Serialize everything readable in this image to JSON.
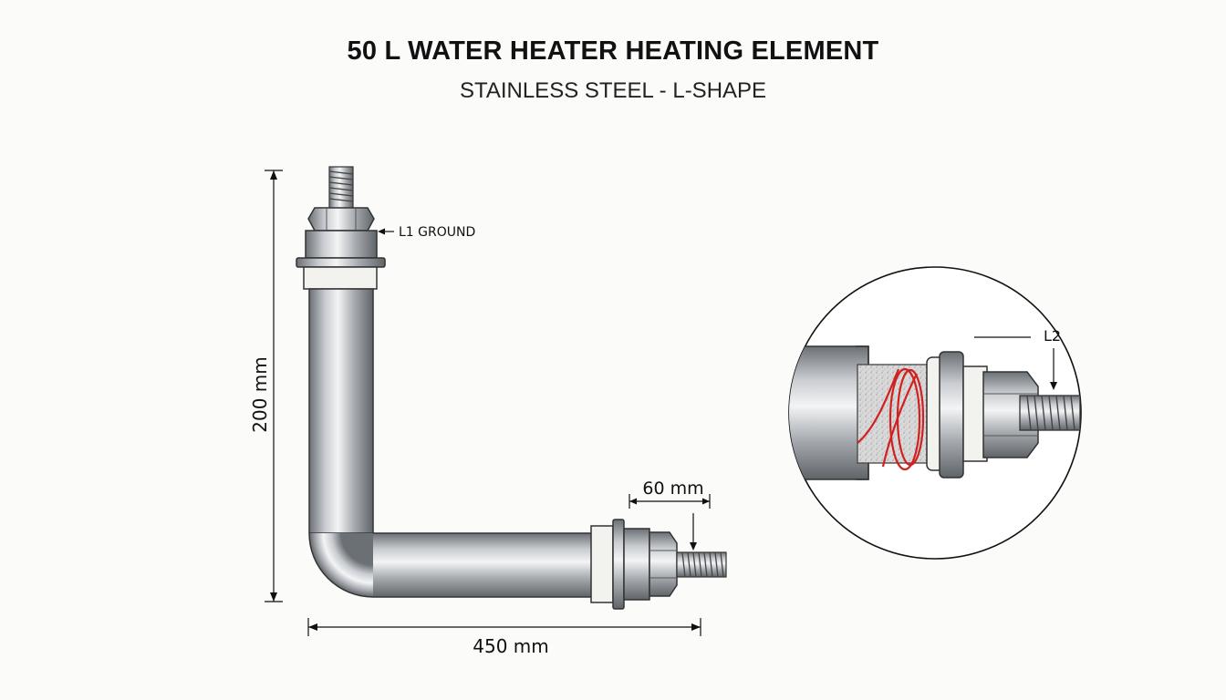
{
  "title": "50 L WATER HEATER HEATING ELEMENT",
  "subtitle": "STAINLESS STEEL - L-SHAPE",
  "labels": {
    "ground": "L1 GROUND",
    "l2": "L2",
    "height": "200 mm",
    "length": "450 mm",
    "thread": "60 mm"
  },
  "colors": {
    "steel": "#9ea3a8",
    "coil": "#d02020",
    "insulator": "#f2f2ee",
    "line": "#111111"
  }
}
